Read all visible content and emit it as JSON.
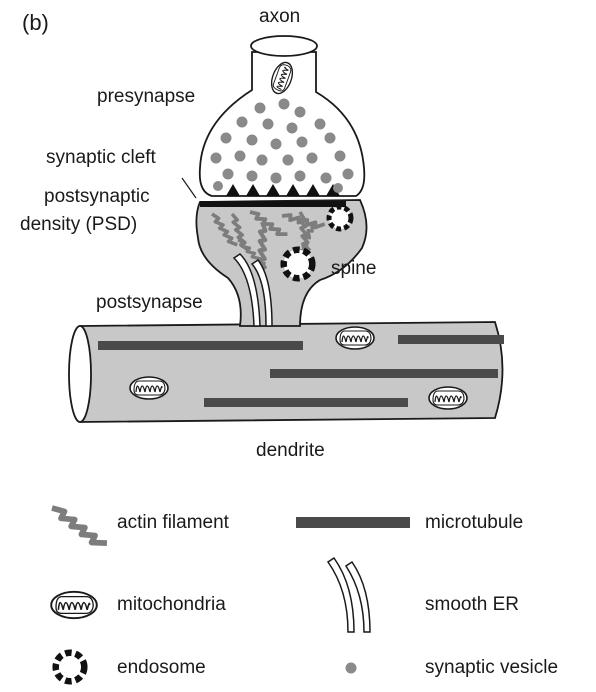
{
  "panel_label": "(b)",
  "labels": {
    "axon": "axon",
    "presynapse": "presynapse",
    "synaptic_cleft": "synaptic cleft",
    "psd_line1": "postsynaptic",
    "psd_line2": "density (PSD)",
    "spine": "spine",
    "postsynapse": "postsynapse",
    "dendrite": "dendrite"
  },
  "legend": {
    "actin_filament": "actin filament",
    "microtubule": "microtubule",
    "mitochondria": "mitochondria",
    "smooth_er": "smooth ER",
    "endosome": "endosome",
    "synaptic_vesicle": "synaptic vesicle"
  },
  "colors": {
    "outline": "#1a1a1a",
    "spine_fill": "#c8c8c8",
    "dendrite_fill": "#c8c8c8",
    "microtubule": "#4a4a4a",
    "actin": "#7d7d7d",
    "vesicle": "#8a8a8a",
    "psd": "#111111"
  }
}
